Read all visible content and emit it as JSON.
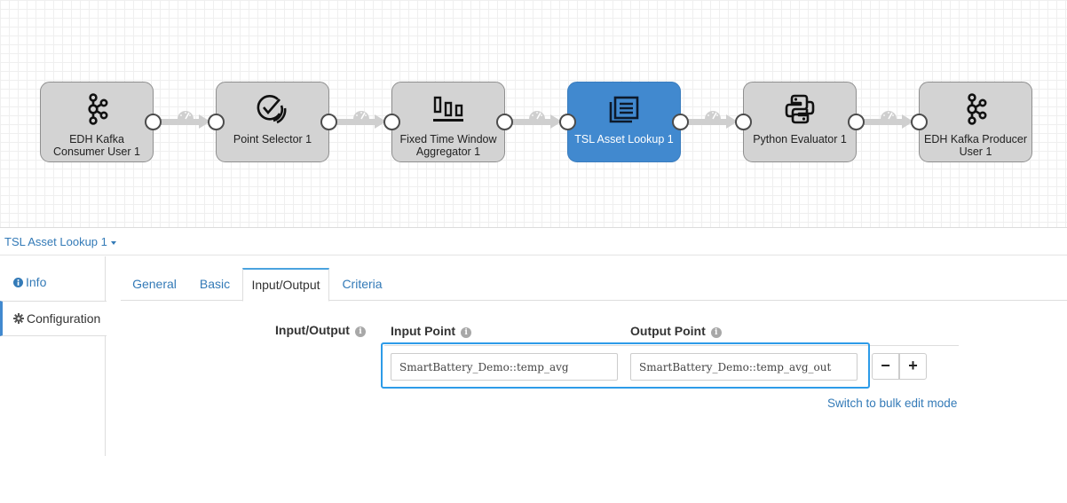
{
  "pipeline": {
    "nodes": [
      {
        "label_line1": "EDH Kafka",
        "label_line2": "Consumer User 1",
        "icon": "kafka-icon"
      },
      {
        "label_line1": "Point Selector 1",
        "label_line2": "",
        "icon": "point-selector-icon"
      },
      {
        "label_line1": "Fixed Time Window",
        "label_line2": "Aggregator 1",
        "icon": "aggregator-icon"
      },
      {
        "label_line1": "TSL Asset Lookup 1",
        "label_line2": "",
        "icon": "asset-lookup-icon",
        "selected": true
      },
      {
        "label_line1": "Python Evaluator 1",
        "label_line2": "",
        "icon": "python-icon"
      },
      {
        "label_line1": "EDH Kafka Producer",
        "label_line2": "User 1",
        "icon": "kafka-icon"
      }
    ],
    "connector_icon": "gauge-icon"
  },
  "panel": {
    "title": "TSL Asset Lookup 1"
  },
  "sidebar": {
    "items": [
      {
        "label": "Info",
        "icon": "info-circle-icon"
      },
      {
        "label": "Configuration",
        "icon": "gear-icon",
        "active": true
      }
    ]
  },
  "tabs": [
    {
      "label": "General"
    },
    {
      "label": "Basic"
    },
    {
      "label": "Input/Output",
      "active": true
    },
    {
      "label": "Criteria"
    }
  ],
  "io": {
    "section_label": "Input/Output",
    "input_header": "Input Point",
    "output_header": "Output Point",
    "input_value": "SmartBattery_Demo::temp_avg",
    "output_value": "SmartBattery_Demo::temp_avg_out",
    "remove_label": "−",
    "add_label": "+",
    "bulk_edit_link": "Switch to bulk edit mode"
  },
  "colors": {
    "accent": "#4189cf",
    "link": "#337ab7",
    "highlight_border": "#2d9be8",
    "node_fill": "#d3d3d3"
  }
}
